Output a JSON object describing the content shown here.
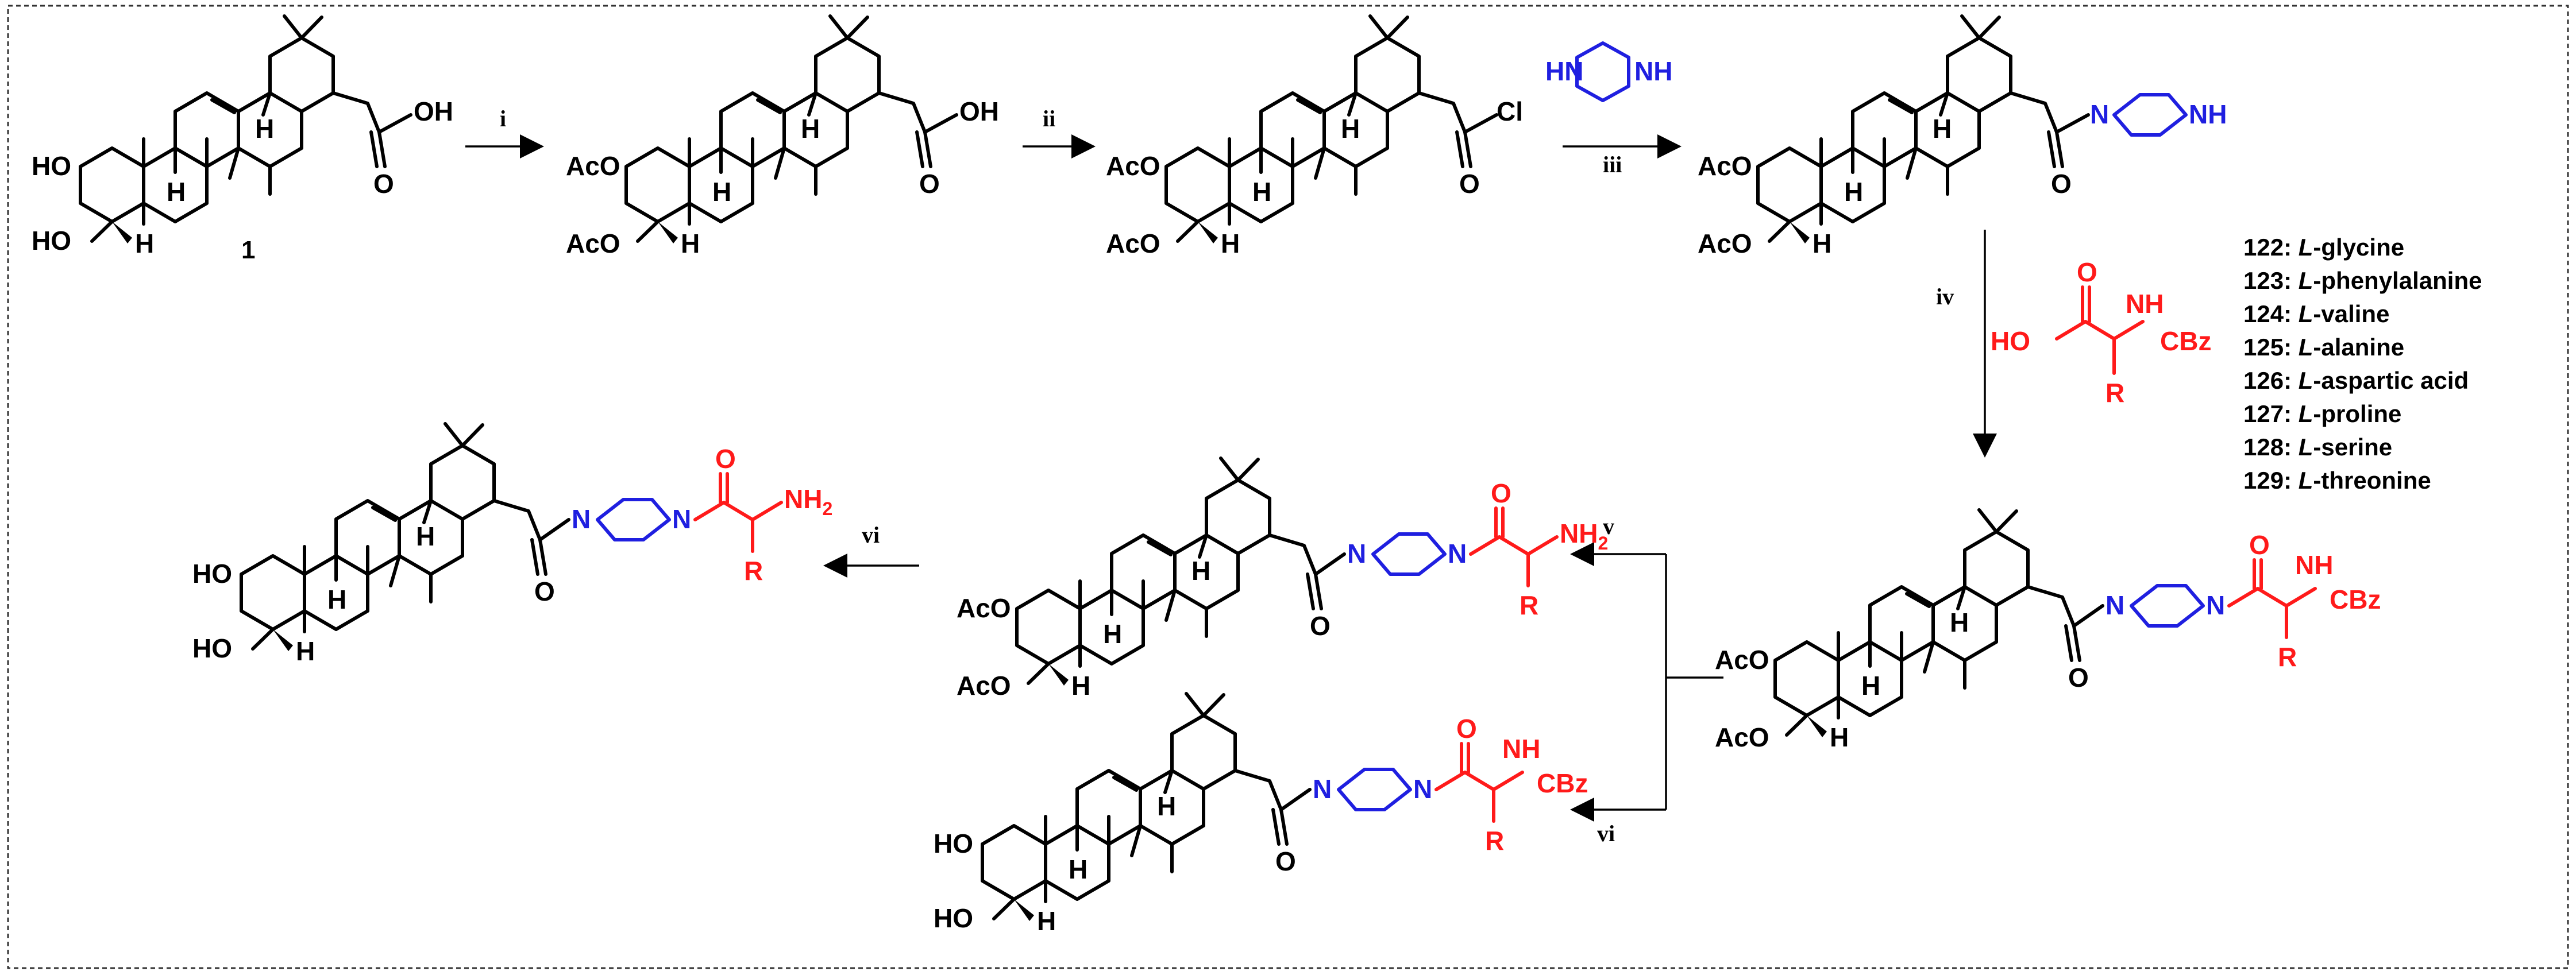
{
  "atoms": {
    "HO": "HO",
    "AcO": "AcO",
    "OH": "OH",
    "H": "H",
    "O": "O",
    "Cl": "Cl",
    "N": "N",
    "HN": "HN",
    "NH": "NH",
    "NH2": "NH",
    "NH2_sub": "2",
    "CBz": "CBz",
    "R": "R"
  },
  "compound_label": "1",
  "reagents": {
    "i": "i",
    "ii": "ii",
    "iii": "iii",
    "iv": "iv",
    "v": "v",
    "vi": "vi"
  },
  "amino_acids": [
    {
      "number": "122:",
      "prefix": "L",
      "name": "-glycine"
    },
    {
      "number": "123:",
      "prefix": "L",
      "name": "-phenylalanine"
    },
    {
      "number": "124:",
      "prefix": "L",
      "name": "-valine"
    },
    {
      "number": "125:",
      "prefix": "L",
      "name": "-alanine"
    },
    {
      "number": "126:",
      "prefix": "L",
      "name": "-aspartic acid"
    },
    {
      "number": "127:",
      "prefix": "L",
      "name": "-proline"
    },
    {
      "number": "128:",
      "prefix": "L",
      "name": "-serine"
    },
    {
      "number": "129:",
      "prefix": "L",
      "name": "-threonine"
    }
  ],
  "colors": {
    "piperazine": "#1f1fe0",
    "amino_acid": "#ff1a1a",
    "skeleton": "#000000",
    "frame": "#333333"
  }
}
